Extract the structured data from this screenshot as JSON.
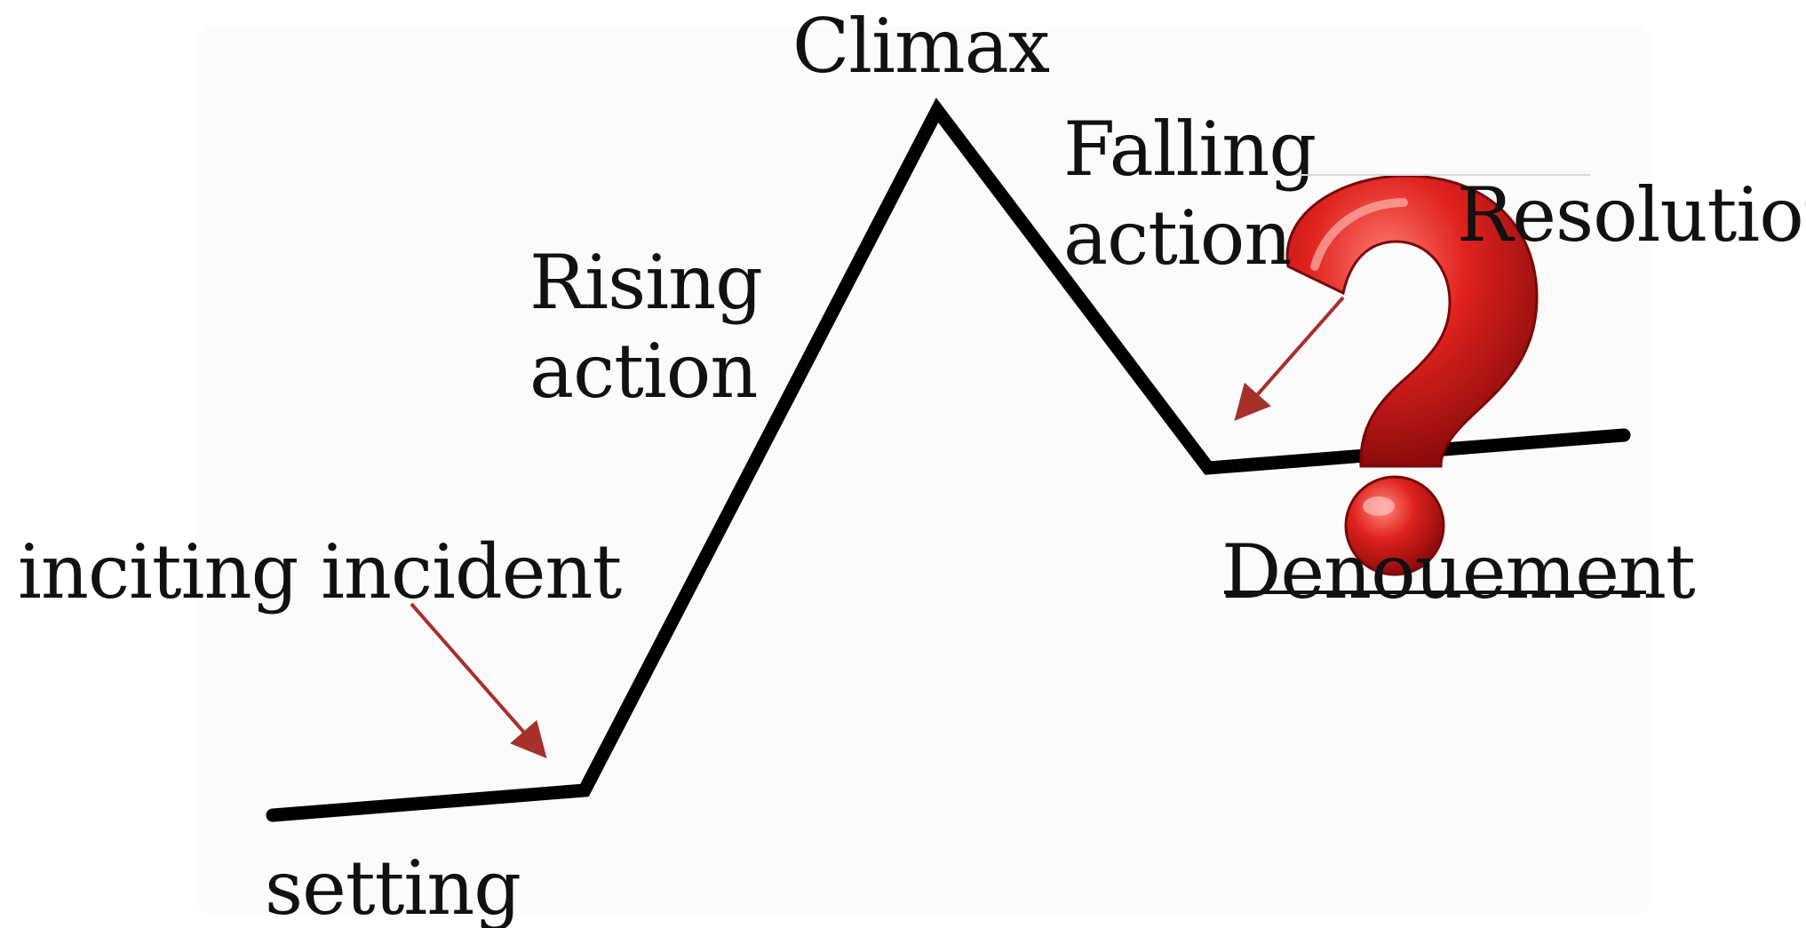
{
  "diagram": {
    "labels": {
      "climax": "Climax",
      "falling_action_1": "Falling",
      "falling_action_2": "action",
      "resolution": "Resolution",
      "rising_action_1": "Rising",
      "rising_action_2": "action",
      "inciting_incident": "inciting incident",
      "denouement": "Denouement",
      "setting": "setting"
    },
    "icon": "question-mark-icon",
    "colors": {
      "line": "#000000",
      "arrow": "#a8302b",
      "question_mark": "#d81e1e"
    }
  }
}
